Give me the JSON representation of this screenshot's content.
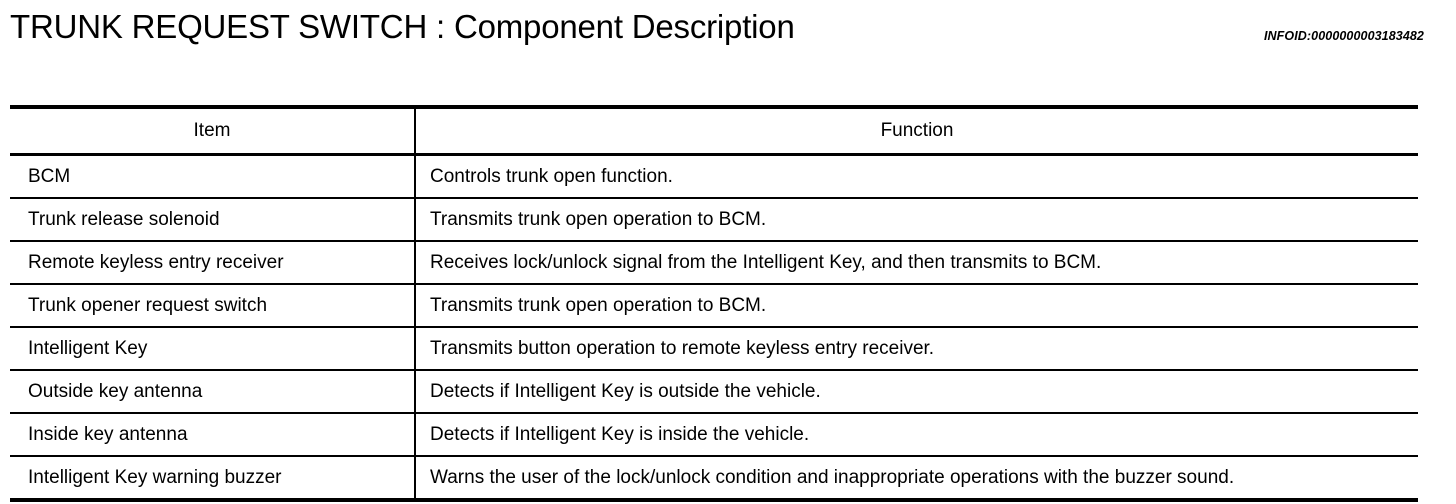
{
  "header": {
    "title": "TRUNK REQUEST SWITCH : Component  Description",
    "infoid": "INFOID:0000000003183482"
  },
  "table": {
    "columns": [
      {
        "key": "item",
        "label": "Item"
      },
      {
        "key": "function",
        "label": "Function"
      }
    ],
    "rows": [
      {
        "item": "BCM",
        "function": "Controls trunk open function."
      },
      {
        "item": "Trunk release solenoid",
        "function": "Transmits trunk open operation to BCM."
      },
      {
        "item": "Remote keyless entry receiver",
        "function": "Receives lock/unlock signal from the Intelligent Key, and then transmits to BCM."
      },
      {
        "item": "Trunk opener request switch",
        "function": "Transmits trunk open operation to BCM."
      },
      {
        "item": "Intelligent Key",
        "function": "Transmits button operation to remote keyless entry receiver."
      },
      {
        "item": "Outside key antenna",
        "function": "Detects if Intelligent Key is outside the vehicle."
      },
      {
        "item": "Inside key antenna",
        "function": "Detects if Intelligent Key is inside the vehicle."
      },
      {
        "item": "Intelligent Key warning buzzer",
        "function": "Warns the user of the lock/unlock condition and inappropriate operations with the buzzer sound."
      }
    ]
  },
  "colors": {
    "page_background": "#ffffff",
    "text": "#000000",
    "rule": "#000000"
  }
}
